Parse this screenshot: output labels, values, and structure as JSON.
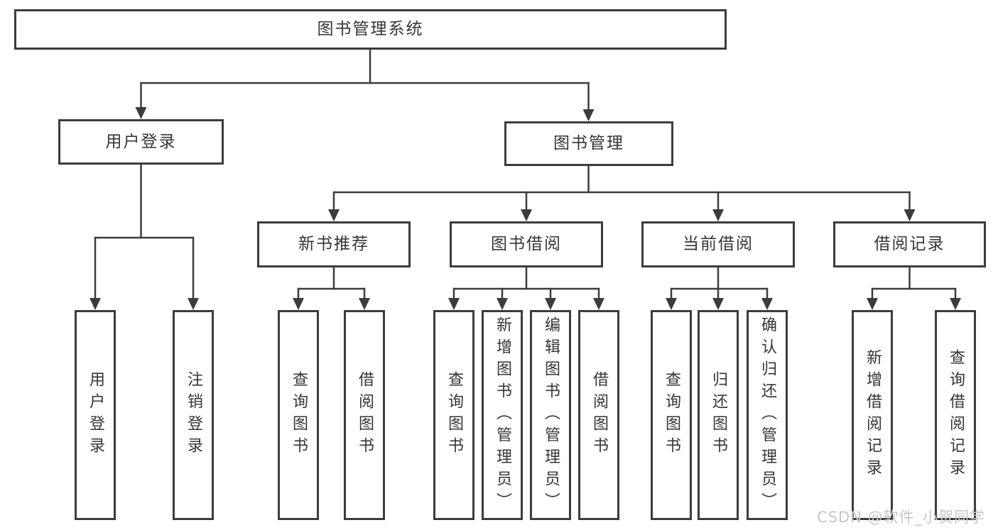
{
  "diagram": {
    "root": {
      "label": "图书管理系统"
    },
    "level2": [
      {
        "label": "用户登录"
      },
      {
        "label": "图书管理"
      }
    ],
    "level3": [
      {
        "label": "新书推荐"
      },
      {
        "label": "图书借阅"
      },
      {
        "label": "当前借阅"
      },
      {
        "label": "借阅记录"
      }
    ],
    "leaves": [
      {
        "label": "用户登录",
        "parent": "用户登录"
      },
      {
        "label": "注销登录",
        "parent": "用户登录"
      },
      {
        "label": "查询图书",
        "parent": "新书推荐"
      },
      {
        "label": "借阅图书",
        "parent": "新书推荐"
      },
      {
        "label": "查询图书",
        "parent": "图书借阅"
      },
      {
        "label": "新增图书（管理员）",
        "parent": "图书借阅"
      },
      {
        "label": "编辑图书（管理员）",
        "parent": "图书借阅"
      },
      {
        "label": "借阅图书",
        "parent": "图书借阅"
      },
      {
        "label": "查询图书",
        "parent": "当前借阅"
      },
      {
        "label": "归还图书",
        "parent": "当前借阅"
      },
      {
        "label": "确认归还（管理员）",
        "parent": "当前借阅"
      },
      {
        "label": "新增借阅记录",
        "parent": "借阅记录"
      },
      {
        "label": "查询借阅记录",
        "parent": "借阅记录"
      }
    ],
    "watermark": "CSDN @软件_小贺同学",
    "colors": {
      "line": "#3c3c3c",
      "text": "#353535",
      "watermark": "#c6c6c6",
      "background": "#ffffff"
    }
  }
}
